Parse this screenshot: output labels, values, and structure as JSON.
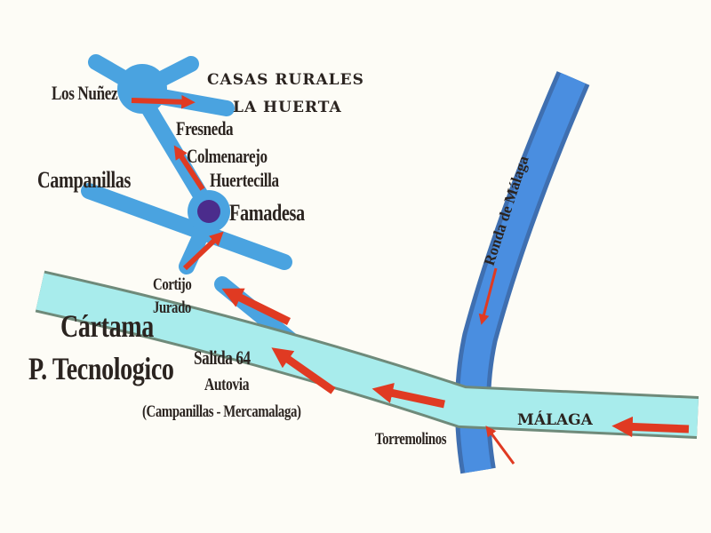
{
  "labels": {
    "casas_rurales": "CASAS RURALES",
    "la_huerta": "LA HUERTA",
    "los_nunez": "Los Nuñez",
    "fresneda": "Fresneda",
    "colmenarejo": "Colmenarejo",
    "huertecilla": "Huertecilla",
    "campanillas": "Campanillas",
    "famadesa": "Famadesa",
    "cortijo": "Cortijo",
    "jurado": "Jurado",
    "cartama": "Cártama",
    "p_tecnologico": "P. Tecnologico",
    "salida_64": "Salida 64",
    "autovia": "Autovia",
    "campanillas_mercamalaga": "(Campanillas - Mercamalaga)",
    "malaga": "MÁLAGA",
    "torremolinos": "Torremolinos",
    "ronda_de_malaga": "Ronda de Málaga"
  },
  "colors": {
    "highway": "#a8ecec",
    "ronda": "#3f7fd0",
    "local_road": "#4aa3e0",
    "arrow": "#e03a22",
    "destination": "#4b2c8c"
  }
}
